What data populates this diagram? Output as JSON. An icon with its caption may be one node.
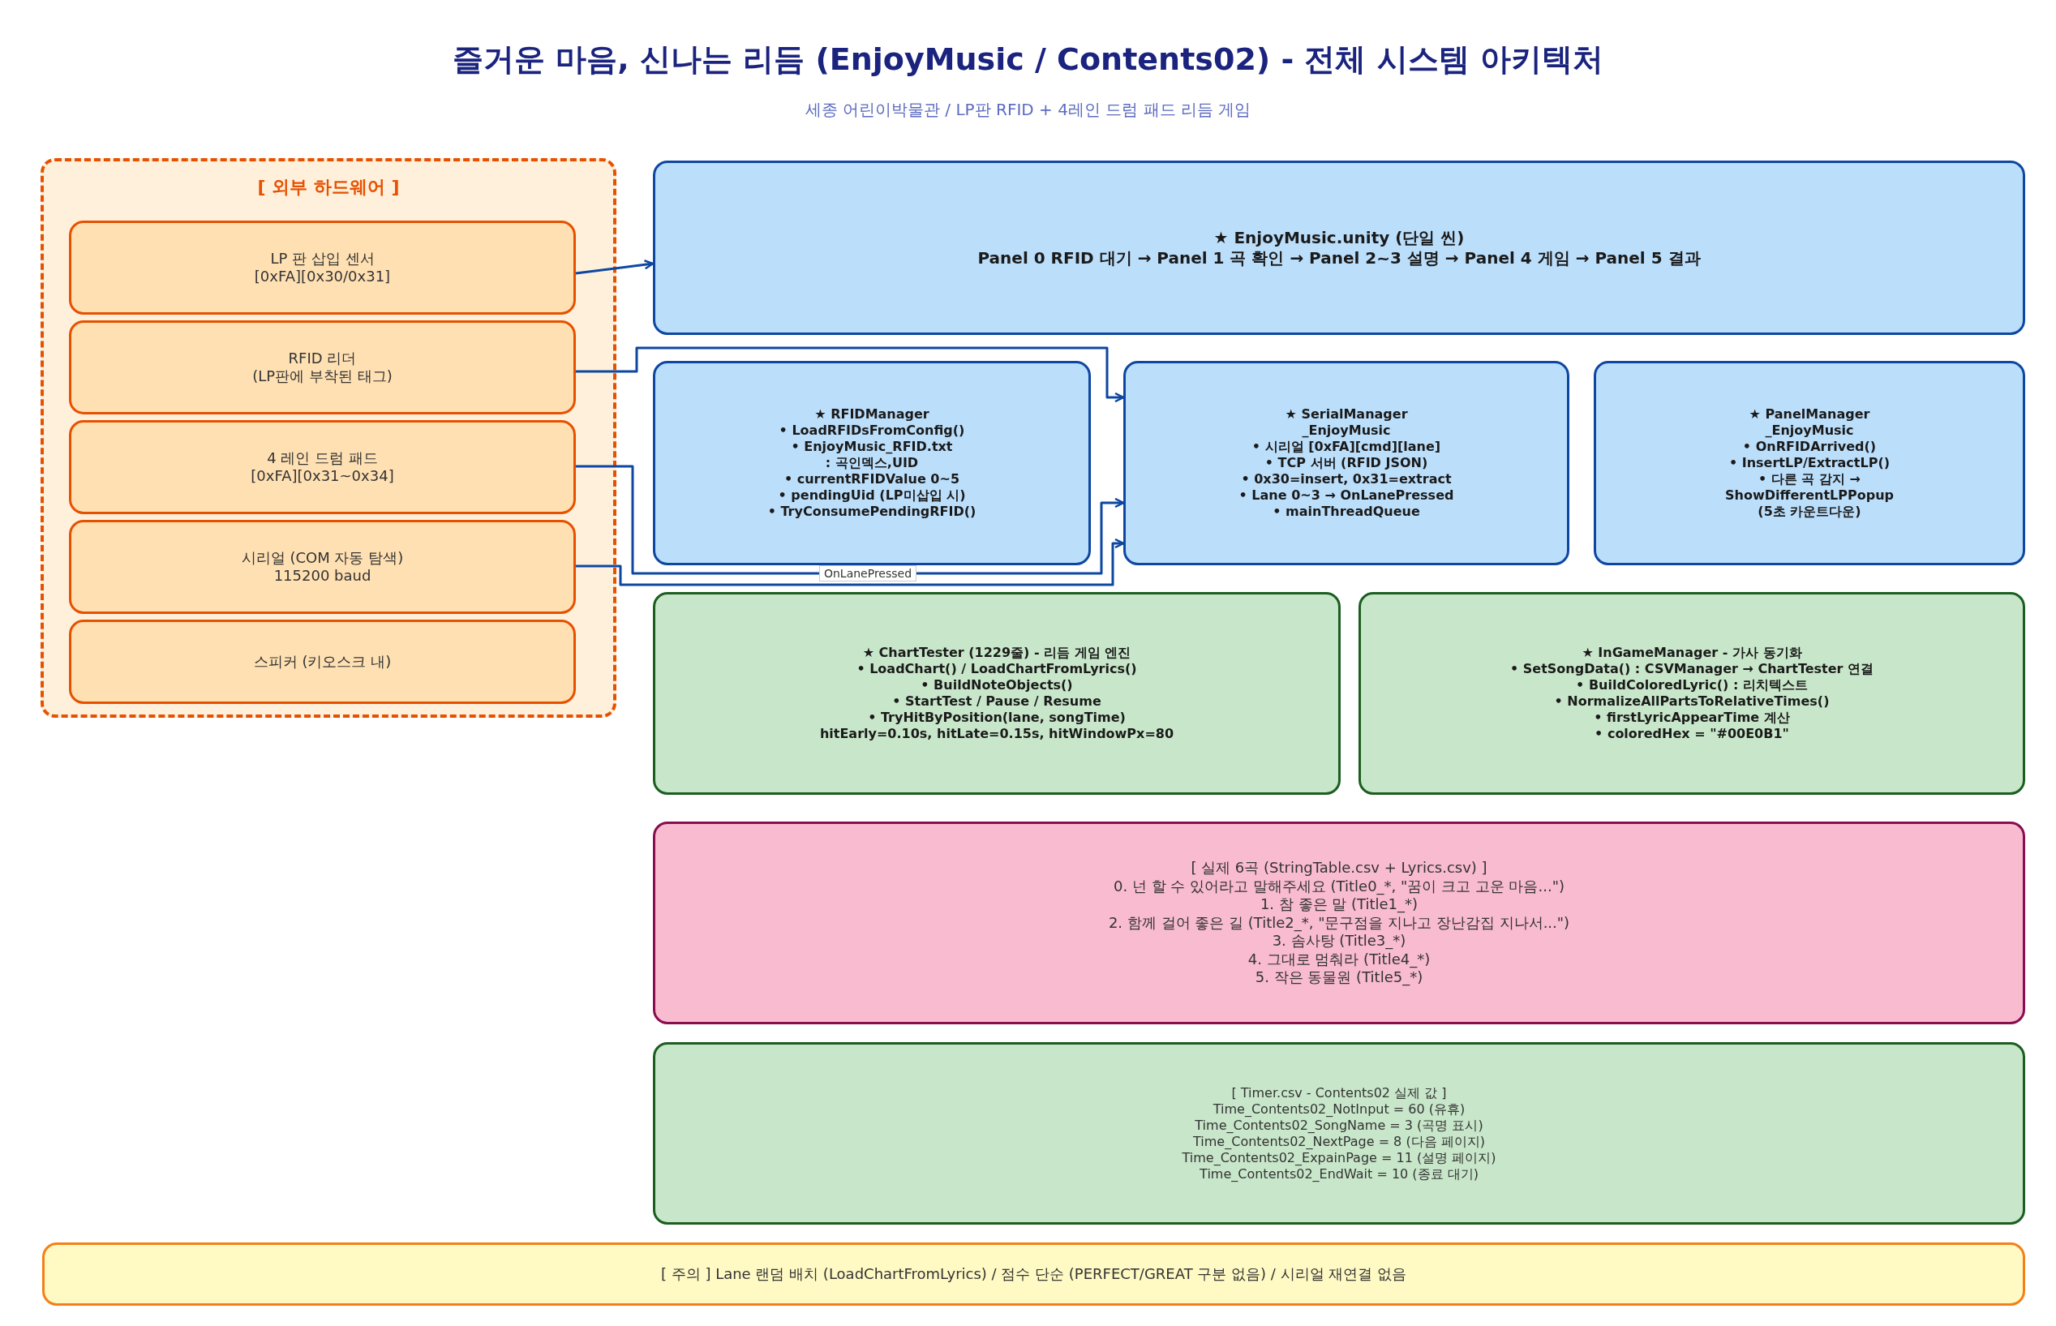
{
  "diagram": {
    "title": "즐거운 마음, 신나는 리듬 (EnjoyMusic / Contents02) - 전체 시스템 아키텍처",
    "nodes": [
      {
        "text": [
          "[ 외부 하드웨어 ]"
        ]
      },
      {
        "text": [
          "LP 판 삽입 센서",
          "[0xFA][0x30/0x31]"
        ],
        "in": 0
      },
      {
        "text": [
          "RFID 리더",
          "(LP판에 부착된 태그)"
        ],
        "in": 0
      },
      {
        "text": [
          "4 레인 드럼 패드",
          "[0xFA][0x31~0x34]"
        ],
        "in": 0
      },
      {
        "text": [
          "시리얼 (COM 자동 탐색)",
          "115200 baud"
        ],
        "in": 0
      },
      {
        "text": [
          "스피커 (키오스크 내)"
        ],
        "in": 0
      },
      {
        "text": [
          "★ EnjoyMusic.unity (단일 씬)",
          "Panel 0 RFID 대기 → Panel 1 곡 확인 → Panel 2~3 설명 → Panel 4 게임 → Panel 5 결과"
        ]
      },
      {
        "text": [
          "★ RFIDManager",
          "• LoadRFIDsFromConfig()",
          "• EnjoyMusic_RFID.txt",
          ": 곡인덱스,UID",
          "• currentRFIDValue 0~5",
          "• pendingUid (LP미삽입 시)",
          "• TryConsumePendingRFID()"
        ]
      },
      {
        "text": [
          "★ SerialManager",
          "_EnjoyMusic",
          "• 시리얼 [0xFA][cmd][lane]",
          "• TCP 서버 (RFID JSON)",
          "• 0x30=insert, 0x31=extract",
          "• Lane 0~3 → OnLanePressed",
          "• mainThreadQueue"
        ]
      },
      {
        "text": [
          "★ PanelManager",
          "_EnjoyMusic",
          "• OnRFIDArrived()",
          "• InsertLP/ExtractLP()",
          "• 다른 곡 감지 →",
          "ShowDifferentLPPopup",
          "(5초 카운트다운)"
        ]
      },
      {
        "text": [
          "★ ChartTester (1229줄) - 리듬 게임 엔진",
          "• LoadChart() / LoadChartFromLyrics()",
          "• BuildNoteObjects()",
          "• StartTest / Pause / Resume",
          "• TryHitByPosition(lane, songTime)",
          "hitEarly=0.10s, hitLate=0.15s, hitWindowPx=80"
        ]
      },
      {
        "text": [
          "★ InGameManager - 가사 동기화",
          "• SetSongData() : CSVManager → ChartTester 연결",
          "• BuildColoredLyric() : 리치텍스트",
          "• NormalizeAllPartsToRelativeTimes()",
          "• firstLyricAppearTime 계산",
          "• coloredHex = \"#00E0B1\""
        ]
      },
      {
        "text": [
          "[ 실제 6곡 (StringTable.csv + Lyrics.csv) ]",
          "0. 넌 할 수 있어라고 말해주세요 (Title0_*, \"꿈이 크고 고운 마음...\")",
          "1. 참 좋은 말 (Title1_*)",
          "2. 함께 걸어 좋은 길 (Title2_*, \"문구점을 지나고 장난감집 지나서...\")",
          "3. 솜사탕 (Title3_*)",
          "4. 그대로 멈춰라 (Title4_*)",
          "5. 작은 동물원 (Title5_*)"
        ]
      },
      {
        "text": [
          "[ Timer.csv - Contents02 실제 값 ]",
          "Time_Contents02_NotInput = 60 (유휴)",
          "Time_Contents02_SongName = 3 (곡명 표시)",
          "Time_Contents02_NextPage = 8 (다음 페이지)",
          "Time_Contents02_ExpainPage = 11 (설명 페이지)",
          "Time_Contents02_EndWait = 10 (종료 대기)"
        ]
      },
      {
        "text": [
          "[ 주의 ] Lane 랜덤 배치 (LoadChartFromLyrics) / 점수 단순 (PERFECT/GREAT 구분 없음) / 시리얼 재연결 없음"
        ]
      }
    ],
    "edges": [
      {
        "from": 1,
        "to": 6,
        "arrow": "to"
      },
      {
        "from": 2,
        "to": 8,
        "arrow": "to"
      },
      {
        "from": 3,
        "to": 8,
        "arrow": "to",
        "label": "OnLanePressed"
      },
      {
        "from": 4,
        "to": 8,
        "arrow": "to"
      }
    ],
    "labels": [
      "세종 어린이박물관 / LP판 RFID + 4레인 드럼 패드 리듬 게임"
    ]
  }
}
